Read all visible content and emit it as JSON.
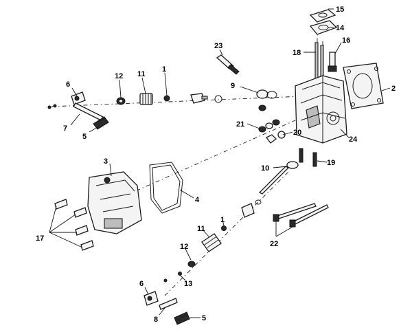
{
  "callouts": [
    {
      "id": "c1a",
      "text": "1"
    },
    {
      "id": "c1b",
      "text": "1"
    },
    {
      "id": "c2",
      "text": "2"
    },
    {
      "id": "c3",
      "text": "3"
    },
    {
      "id": "c4",
      "text": "4"
    },
    {
      "id": "c5a",
      "text": "5"
    },
    {
      "id": "c5b",
      "text": "5"
    },
    {
      "id": "c6a",
      "text": "6"
    },
    {
      "id": "c6b",
      "text": "6"
    },
    {
      "id": "c7",
      "text": "7"
    },
    {
      "id": "c8",
      "text": "8"
    },
    {
      "id": "c9",
      "text": "9"
    },
    {
      "id": "c10",
      "text": "10"
    },
    {
      "id": "c11a",
      "text": "11"
    },
    {
      "id": "c11b",
      "text": "11"
    },
    {
      "id": "c12a",
      "text": "12"
    },
    {
      "id": "c12b",
      "text": "12"
    },
    {
      "id": "c13",
      "text": "13"
    },
    {
      "id": "c14",
      "text": "14"
    },
    {
      "id": "c15",
      "text": "15"
    },
    {
      "id": "c16",
      "text": "16"
    },
    {
      "id": "c17",
      "text": "17"
    },
    {
      "id": "c18",
      "text": "18"
    },
    {
      "id": "c19",
      "text": "19"
    },
    {
      "id": "c20",
      "text": "20"
    },
    {
      "id": "c21",
      "text": "21"
    },
    {
      "id": "c22",
      "text": "22"
    },
    {
      "id": "c23",
      "text": "23"
    },
    {
      "id": "c24",
      "text": "24"
    }
  ]
}
